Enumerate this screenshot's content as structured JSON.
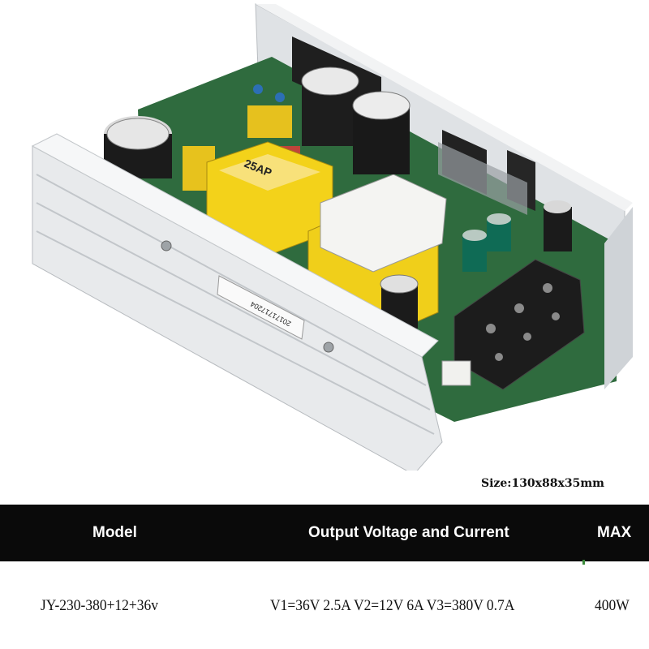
{
  "caption": {
    "size": "Size:130x88x35mm"
  },
  "table": {
    "headers": {
      "model": "Model",
      "output": "Output Voltage and Current",
      "max": "MAX"
    },
    "row": {
      "model": "JY-230-380+12+36v",
      "output": "V1=36V 2.5A  V2=12V 6A V3=380V 0.7A",
      "max": "400W"
    }
  },
  "photo": {
    "transformer_label": "25AP",
    "label_text": "20171717204"
  },
  "colors": {
    "header_bg": "#0a0a0a",
    "header_text": "#ffffff",
    "housing": "#e4e6e8",
    "pcb": "#2f6b3e",
    "transformer": "#f3d21a"
  }
}
